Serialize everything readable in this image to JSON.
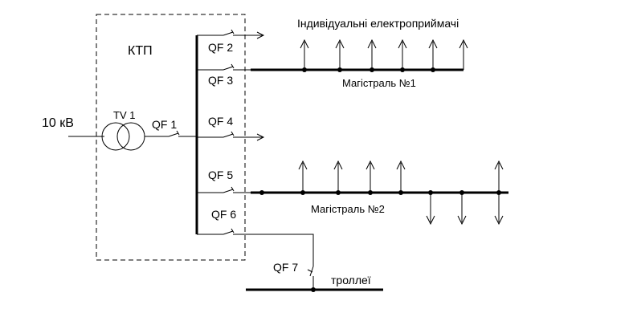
{
  "labels": {
    "voltage": "10 кВ",
    "substation": "КТП",
    "transformer": "TV 1",
    "qf1": "QF 1",
    "qf2": "QF 2",
    "qf3": "QF 3",
    "qf4": "QF 4",
    "qf5": "QF 5",
    "qf6": "QF 6",
    "qf7": "QF 7",
    "individual_receivers": "Індивідуальні  електроприймачі",
    "bus1": "Магістраль №1",
    "bus2": "Магістраль №2",
    "trolleys": "троллеї"
  }
}
